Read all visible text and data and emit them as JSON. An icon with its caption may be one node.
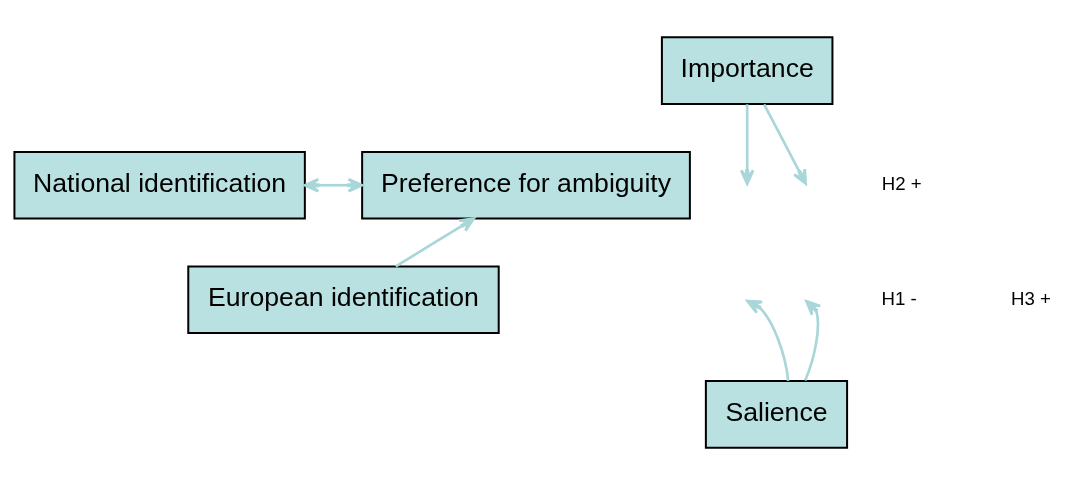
{
  "diagram": {
    "nodes": [
      {
        "text": [
          "Importance"
        ]
      },
      {
        "text": [
          "National identification"
        ]
      },
      {
        "text": [
          "European identification"
        ]
      },
      {
        "text": [
          "Preference for ambiguity"
        ]
      },
      {
        "text": [
          "Salience"
        ]
      }
    ],
    "edges": [
      {
        "from": 1,
        "to": 3,
        "arrow": "both"
      },
      {
        "from": 2,
        "to": 3,
        "arrow": "to"
      },
      {
        "from": 0,
        "to": null,
        "arrow": "to"
      },
      {
        "from": 0,
        "to": null,
        "arrow": "to"
      },
      {
        "from": 4,
        "to": null,
        "arrow": "to"
      },
      {
        "from": 4,
        "to": null,
        "arrow": "to"
      }
    ],
    "labels": [
      "H2 +",
      "H1 -",
      "H3 +"
    ]
  }
}
